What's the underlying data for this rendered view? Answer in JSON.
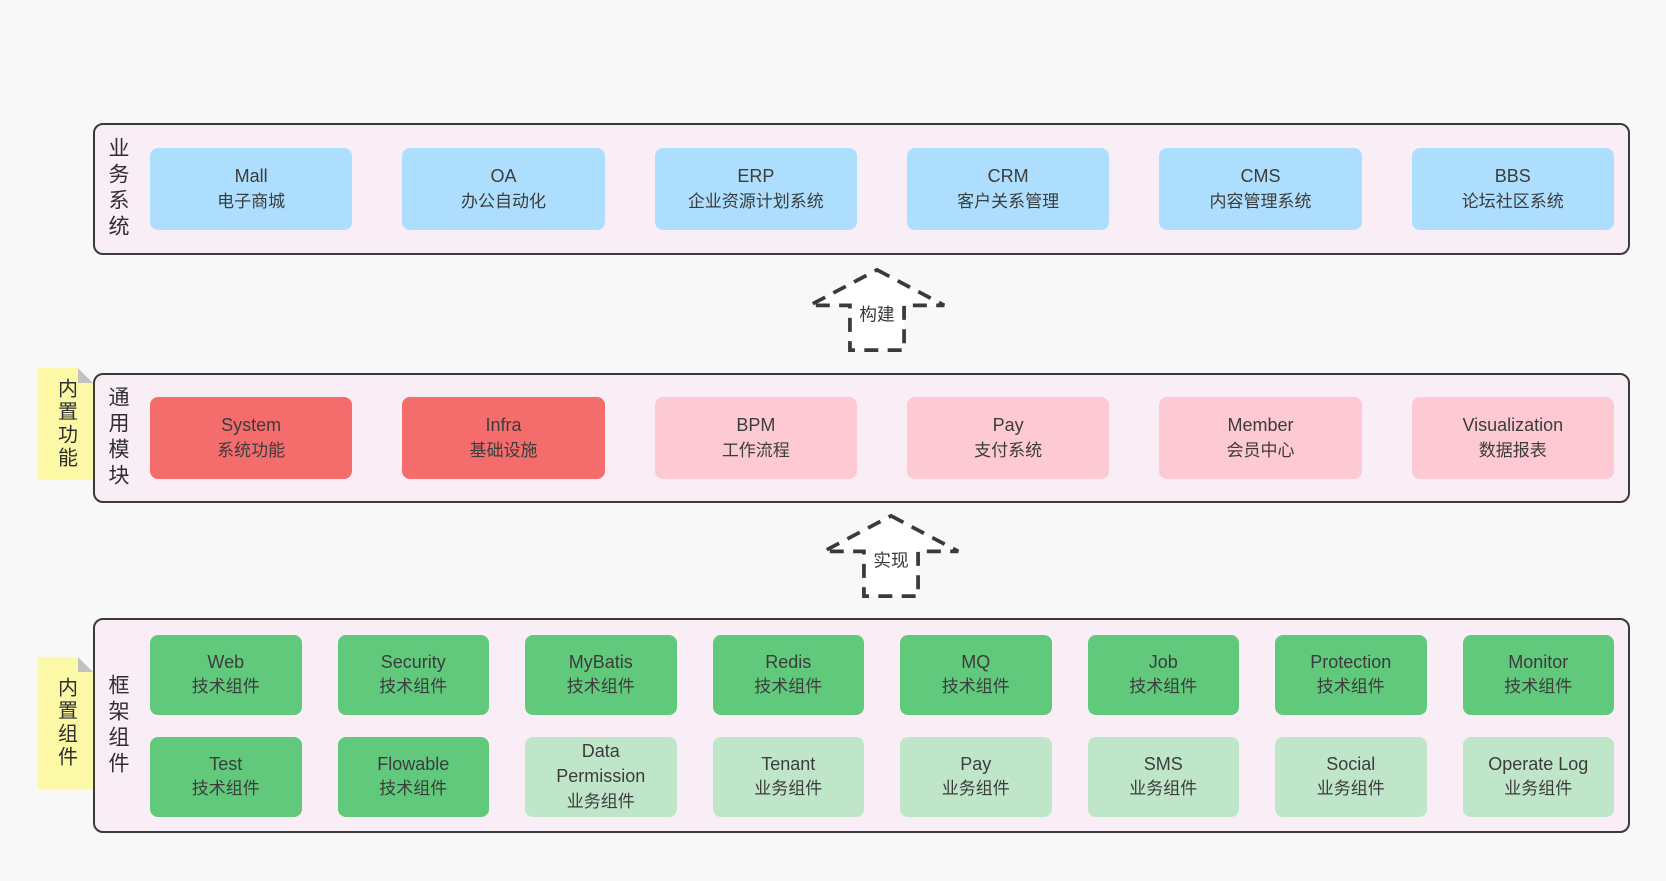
{
  "colors": {
    "page_bg": "#f8f8f8",
    "panel_bg": "#f9edf6",
    "panel_border": "#3a3a3a",
    "blue": "#addefd",
    "red": "#f56c6c",
    "pink": "#fdc9d3",
    "green": "#61c97c",
    "light_green": "#c0e6ca",
    "sticky_yellow": "#fbf9a6"
  },
  "sections": {
    "business": {
      "label": "业务系统",
      "boxes": [
        {
          "name": "Mall",
          "desc": "电子商城",
          "variant": "blue"
        },
        {
          "name": "OA",
          "desc": "办公自动化",
          "variant": "blue"
        },
        {
          "name": "ERP",
          "desc": "企业资源计划系统",
          "variant": "blue"
        },
        {
          "name": "CRM",
          "desc": "客户关系管理",
          "variant": "blue"
        },
        {
          "name": "CMS",
          "desc": "内容管理系统",
          "variant": "blue"
        },
        {
          "name": "BBS",
          "desc": "论坛社区系统",
          "variant": "blue"
        }
      ]
    },
    "modules": {
      "label": "通用模块",
      "sticky": "内置功能",
      "boxes": [
        {
          "name": "System",
          "desc": "系统功能",
          "variant": "red"
        },
        {
          "name": "Infra",
          "desc": "基础设施",
          "variant": "red"
        },
        {
          "name": "BPM",
          "desc": "工作流程",
          "variant": "pink"
        },
        {
          "name": "Pay",
          "desc": "支付系统",
          "variant": "pink"
        },
        {
          "name": "Member",
          "desc": "会员中心",
          "variant": "pink"
        },
        {
          "name": "Visualization",
          "desc": "数据报表",
          "variant": "pink"
        }
      ]
    },
    "framework": {
      "label": "框架组件",
      "sticky": "内置组件",
      "rows": [
        [
          {
            "name": "Web",
            "desc": "技术组件",
            "variant": "green"
          },
          {
            "name": "Security",
            "desc": "技术组件",
            "variant": "green"
          },
          {
            "name": "MyBatis",
            "desc": "技术组件",
            "variant": "green"
          },
          {
            "name": "Redis",
            "desc": "技术组件",
            "variant": "green"
          },
          {
            "name": "MQ",
            "desc": "技术组件",
            "variant": "green"
          },
          {
            "name": "Job",
            "desc": "技术组件",
            "variant": "green"
          },
          {
            "name": "Protection",
            "desc": "技术组件",
            "variant": "green"
          },
          {
            "name": "Monitor",
            "desc": "技术组件",
            "variant": "green"
          }
        ],
        [
          {
            "name": "Test",
            "desc": "技术组件",
            "variant": "green"
          },
          {
            "name": "Flowable",
            "desc": "技术组件",
            "variant": "green"
          },
          {
            "name": "Data Permission",
            "desc": "业务组件",
            "variant": "lightgreen"
          },
          {
            "name": "Tenant",
            "desc": "业务组件",
            "variant": "lightgreen"
          },
          {
            "name": "Pay",
            "desc": "业务组件",
            "variant": "lightgreen"
          },
          {
            "name": "SMS",
            "desc": "业务组件",
            "variant": "lightgreen"
          },
          {
            "name": "Social",
            "desc": "业务组件",
            "variant": "lightgreen"
          },
          {
            "name": "Operate Log",
            "desc": "业务组件",
            "variant": "lightgreen"
          }
        ]
      ]
    }
  },
  "arrows": [
    {
      "label": "构建"
    },
    {
      "label": "实现"
    }
  ]
}
